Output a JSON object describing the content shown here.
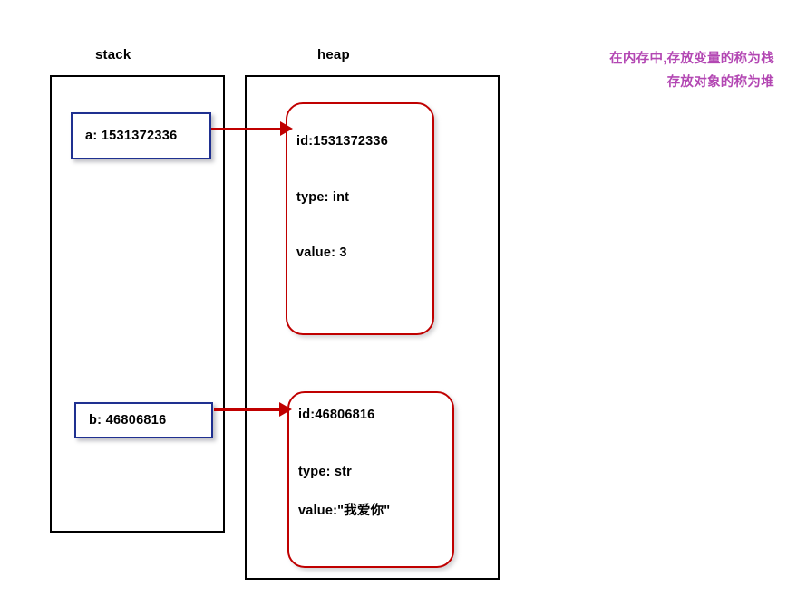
{
  "diagram": {
    "title_stack": "stack",
    "title_heap": "heap",
    "colors": {
      "region_border": "#000000",
      "stack_var_border": "#1F3090",
      "heap_obj_border": "#C00000",
      "arrow": "#C00000",
      "annotation_text": "#B347B3"
    },
    "stack": {
      "label": "stack",
      "variables": [
        {
          "text": "a: 1531372336",
          "name": "a",
          "value": "1531372336"
        },
        {
          "text": "b: 46806816",
          "name": "b",
          "value": "46806816"
        }
      ]
    },
    "heap": {
      "label": "heap",
      "objects": [
        {
          "id_line": "id:1531372336",
          "type_line": "type: int",
          "value_line": "value:  3"
        },
        {
          "id_line": "id:46806816",
          "type_line": "type: str",
          "value_line": "value:\"我爱你\""
        }
      ]
    },
    "arrows": [
      {
        "from": "a: 1531372336",
        "to": "id:1531372336"
      },
      {
        "from": "b: 46806816",
        "to": "id:46806816"
      }
    ],
    "annotation": {
      "line1": "在内存中,存放变量的称为栈",
      "line2": "存放对象的称为堆"
    }
  }
}
